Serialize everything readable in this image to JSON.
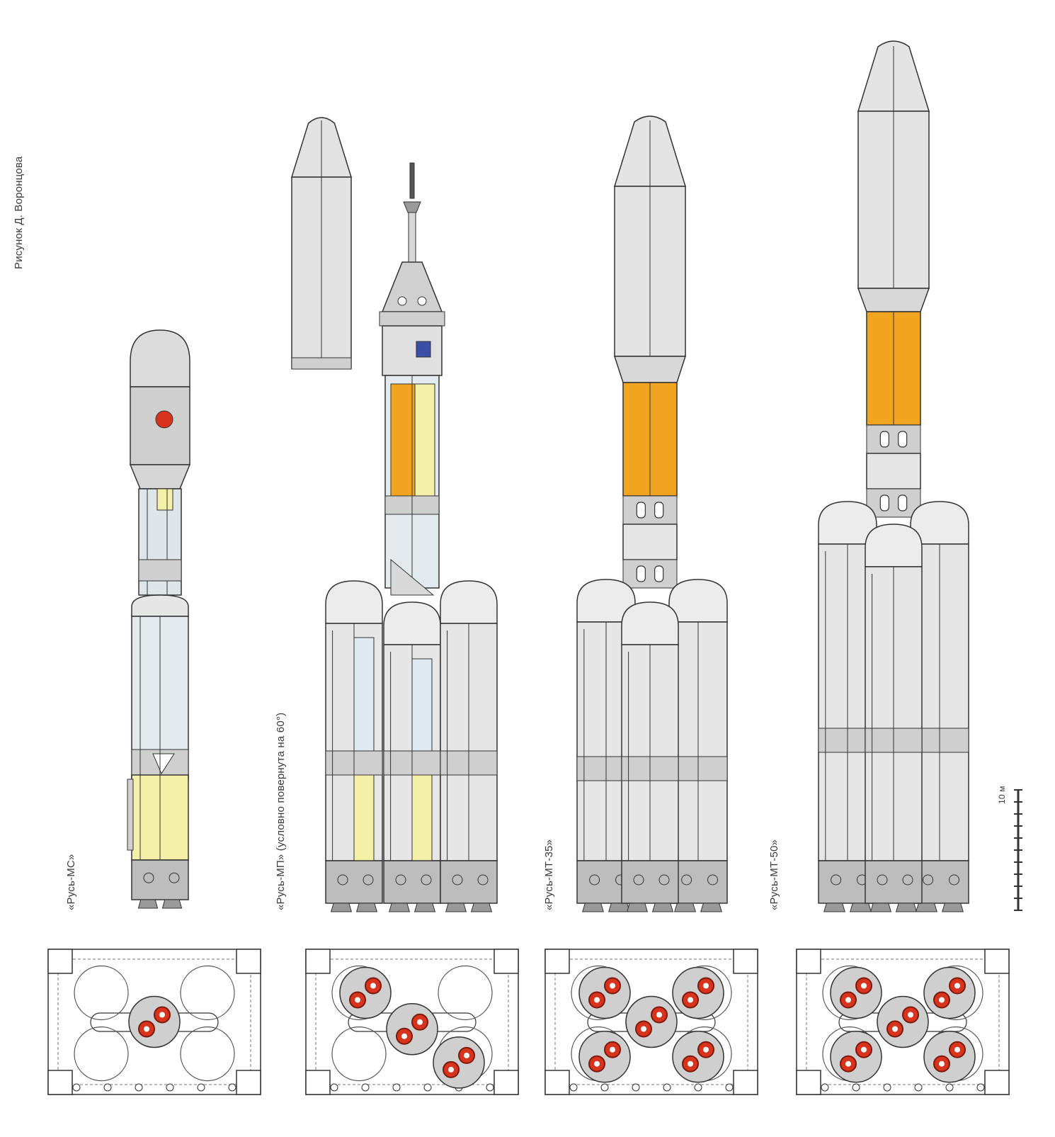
{
  "credit": "Рисунок Д. Воронцова",
  "variants": [
    {
      "id": "ms",
      "label": "«Русь-МС»"
    },
    {
      "id": "mp",
      "label": "«Русь-МП»",
      "note": "(условно повернута на 60°)"
    },
    {
      "id": "mt35",
      "label": "«Русь-МТ-35»"
    },
    {
      "id": "mt50",
      "label": "«Русь-МТ-50»"
    }
  ],
  "scale_label": "10 м",
  "colors": {
    "body": "#e4e4e4",
    "fairing": "#dcdcdc",
    "tank_orange": "#f0a420",
    "tank_yellow": "#f5f0a8",
    "nozzle_red": "#d8331c",
    "capsule_blue": "#3a4ea8",
    "line": "#333333"
  }
}
